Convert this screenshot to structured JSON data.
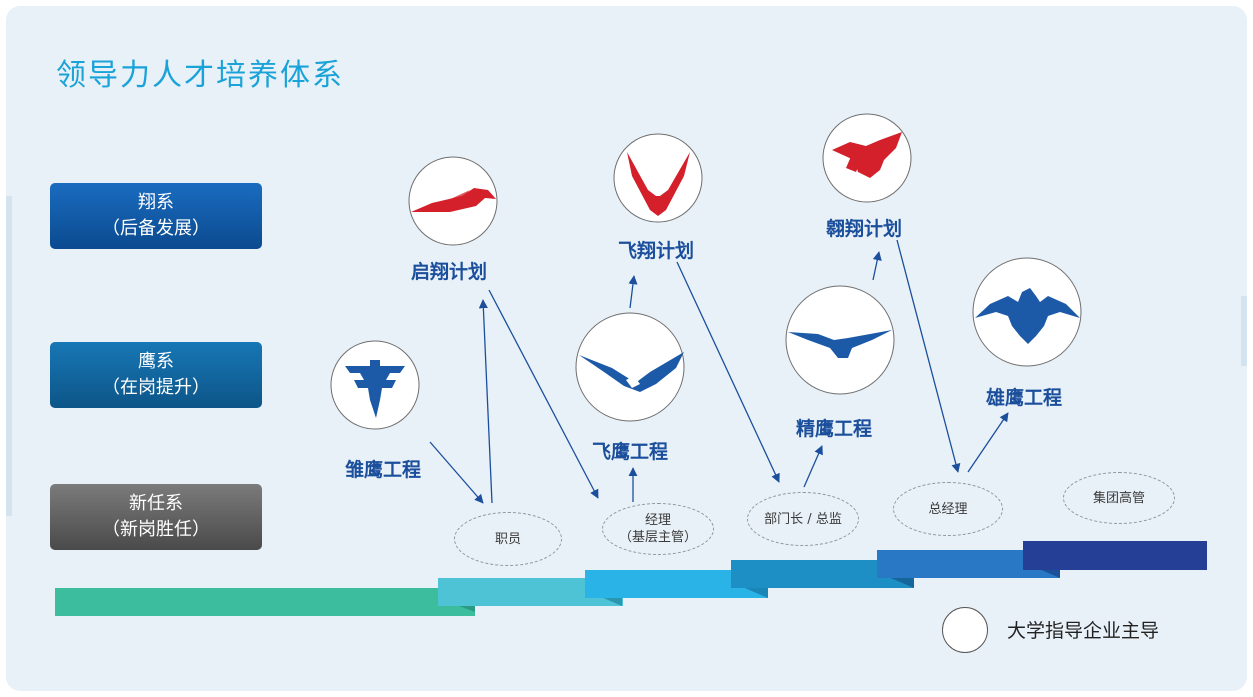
{
  "title": "领导力人才培养体系",
  "tiers": [
    {
      "line1": "翔系",
      "line2": "（后备发展）"
    },
    {
      "line1": "鹰系",
      "line2": "（在岗提升）"
    },
    {
      "line1": "新任系",
      "line2": "（新岗胜任）"
    }
  ],
  "programs": {
    "qixiang": "启翔计划",
    "feixiang": "飞翔计划",
    "aoxiang": "翱翔计划",
    "chuying": "雏鹰工程",
    "feiying": "飞鹰工程",
    "jingying": "精鹰工程",
    "xiongying": "雄鹰工程"
  },
  "positions": {
    "staff": "职员",
    "manager_line1": "经理",
    "manager_line2": "（基层主管）",
    "dept_head": "部门长 / 总监",
    "gm": "总经理",
    "exec": "集团高管"
  },
  "legend": {
    "label": "大学指导企业主导"
  },
  "colors": {
    "title": "#1aa3d8",
    "label": "#1b4f9c",
    "eagle_red": "#d4202a",
    "eagle_blue": "#1c5aa8",
    "steps": [
      "#3bbd9e",
      "#4fc3d6",
      "#29b3e6",
      "#1e8fc4",
      "#2878c6",
      "#253e96"
    ]
  },
  "icons": [
    "red-eagle-wing-icon",
    "red-eagle-v-icon",
    "red-eagle-flying-icon",
    "blue-eagle-emblem-icon",
    "blue-eagle-wing-icon",
    "blue-eagle-glide-icon",
    "blue-eagle-spread-icon"
  ]
}
